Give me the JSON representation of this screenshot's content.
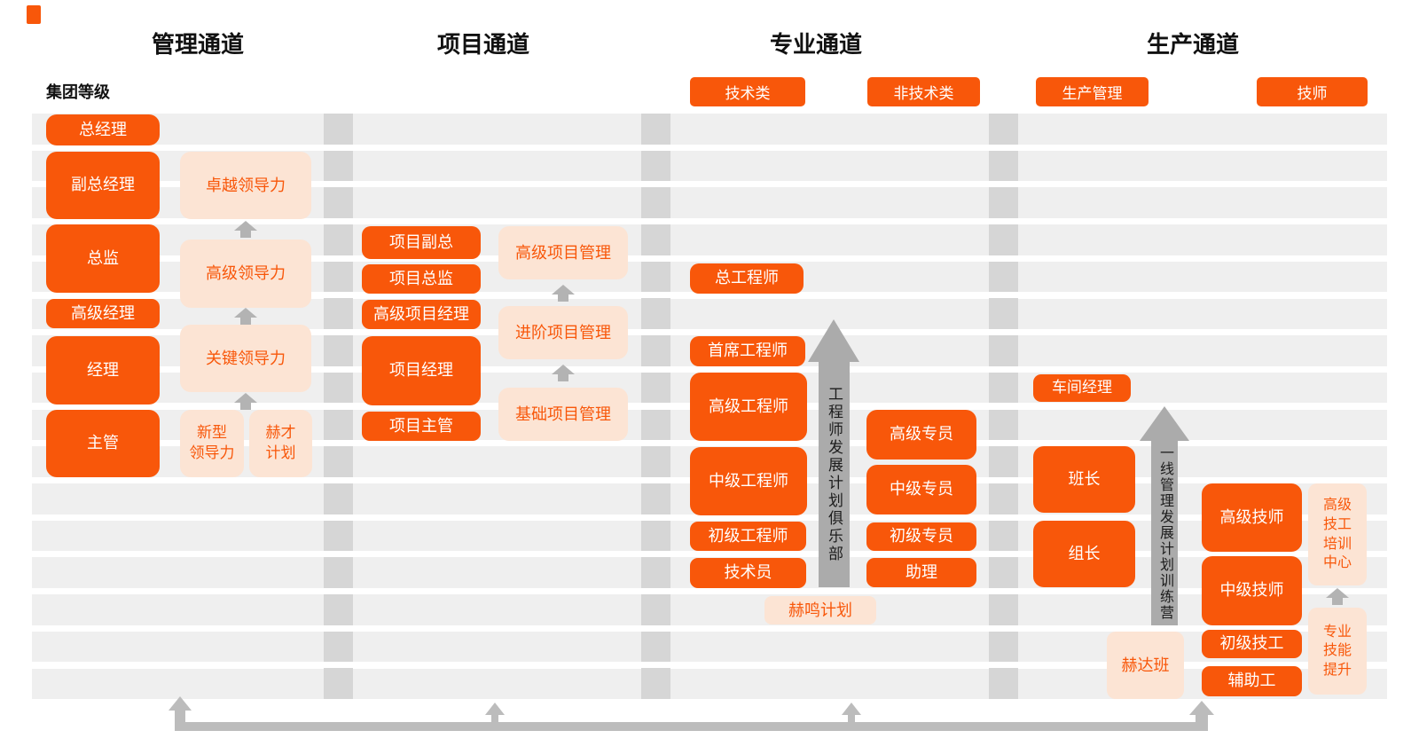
{
  "legend": {
    "group_level": "集团等级"
  },
  "management": {
    "title": "管理通道",
    "gm": "总经理",
    "dgm": "副总经理",
    "director": "总监",
    "senior_manager": "高级经理",
    "manager": "经理",
    "supervisor": "主管",
    "excellent_leadership": "卓越领导力",
    "advanced_leadership": "高级领导力",
    "key_leadership": "关键领导力",
    "new_leadership": "新型\n领导力",
    "hecai_plan": "赫才\n计划"
  },
  "project": {
    "title": "项目通道",
    "vp": "项目副总",
    "director": "项目总监",
    "senior_pm": "高级项目经理",
    "pm": "项目经理",
    "supervisor": "项目主管",
    "senior_pm_program": "高级项目管理",
    "advanced_pm_program": "进阶项目管理",
    "basic_pm_program": "基础项目管理"
  },
  "professional": {
    "title": "专业通道",
    "tech_category": "技术类",
    "nontech_category": "非技术类",
    "chief_engineer": "总工程师",
    "principal_engineer": "首席工程师",
    "senior_engineer": "高级工程师",
    "mid_engineer": "中级工程师",
    "junior_engineer": "初级工程师",
    "technician": "技术员",
    "club_arrow": "工程师发展计划俱乐部",
    "senior_specialist": "高级专员",
    "mid_specialist": "中级专员",
    "junior_specialist": "初级专员",
    "assistant": "助理",
    "heming_plan": "赫鸣计划"
  },
  "production": {
    "title": "生产通道",
    "mgmt_category": "生产管理",
    "tech_category": "技师",
    "workshop_manager": "车间经理",
    "foreman": "班长",
    "team_leader": "组长",
    "camp_arrow": "一线管理发展计划训练营",
    "senior_technician": "高级技师",
    "mid_technician": "中级技师",
    "junior_technician": "初级技工",
    "helper": "辅助工",
    "heda_class": "赫达班",
    "training_center": "高级\n技工\n培训\n中心",
    "skill_upgrade": "专业\n技能\n提升"
  },
  "colors": {
    "accent": "#F8570A",
    "accent_light": "#FCE4D4",
    "stripe": "#EFEFEF",
    "separator": "#D6D6D6",
    "arrow_gray": "#ABABAB"
  }
}
